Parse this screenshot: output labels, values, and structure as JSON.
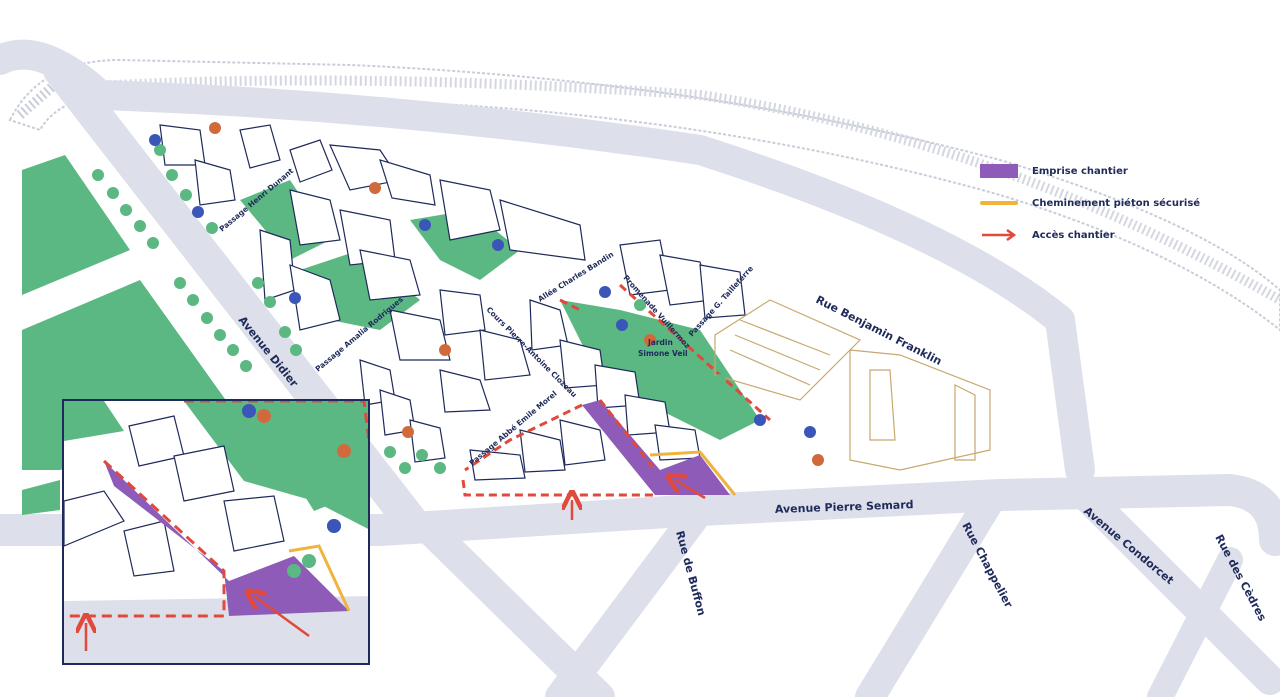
{
  "colors": {
    "road": "#dde0ea",
    "green": "#5bb882",
    "worksite": "#8e5cb8",
    "pedestrian_path": "#f0b33c",
    "access_arrow": "#e0493b",
    "building_outline": "#1e2a5a",
    "planned_building": "#c8a86e",
    "text": "#1e2a5a"
  },
  "legend": {
    "items": [
      {
        "label": "Emprise chantier",
        "type": "fill",
        "color": "#8e5cb8",
        "icon": "purple-swatch"
      },
      {
        "label": "Cheminement piéton sécurisé",
        "type": "line",
        "color": "#f0b33c",
        "icon": "yellow-line"
      },
      {
        "label": "Accès chantier",
        "type": "arrow",
        "color": "#e0493b",
        "icon": "red-arrow"
      }
    ]
  },
  "streets": {
    "benjamin_franklin": "Rue Benjamin Franklin",
    "pierre_semard": "Avenue Pierre Semard",
    "didier": "Avenue Didier",
    "buffon": "Rue de Buffon",
    "chappelier": "Rue Chappelier",
    "condorcet": "Avenue Condorcet",
    "cedres": "Rue des Cèdres",
    "henri_dunant": "Passage Henri Dunant",
    "amalia_rodrigues": "Passage Amalia Rodrigues",
    "charles_bandin": "Allée Charles Bandin",
    "pierre_antoine_clerc": "Cours Pierre-Antoine Clozeau",
    "abbe_emile_morel": "Passage Abbé Emile Morel",
    "promenade_vuillermoz": "Promenade Vuillermoz",
    "passage_tailleferre": "Passage G. Tailleferre"
  },
  "places": {
    "jardin_line1": "Jardin",
    "jardin_line2": "Simone Veil"
  }
}
